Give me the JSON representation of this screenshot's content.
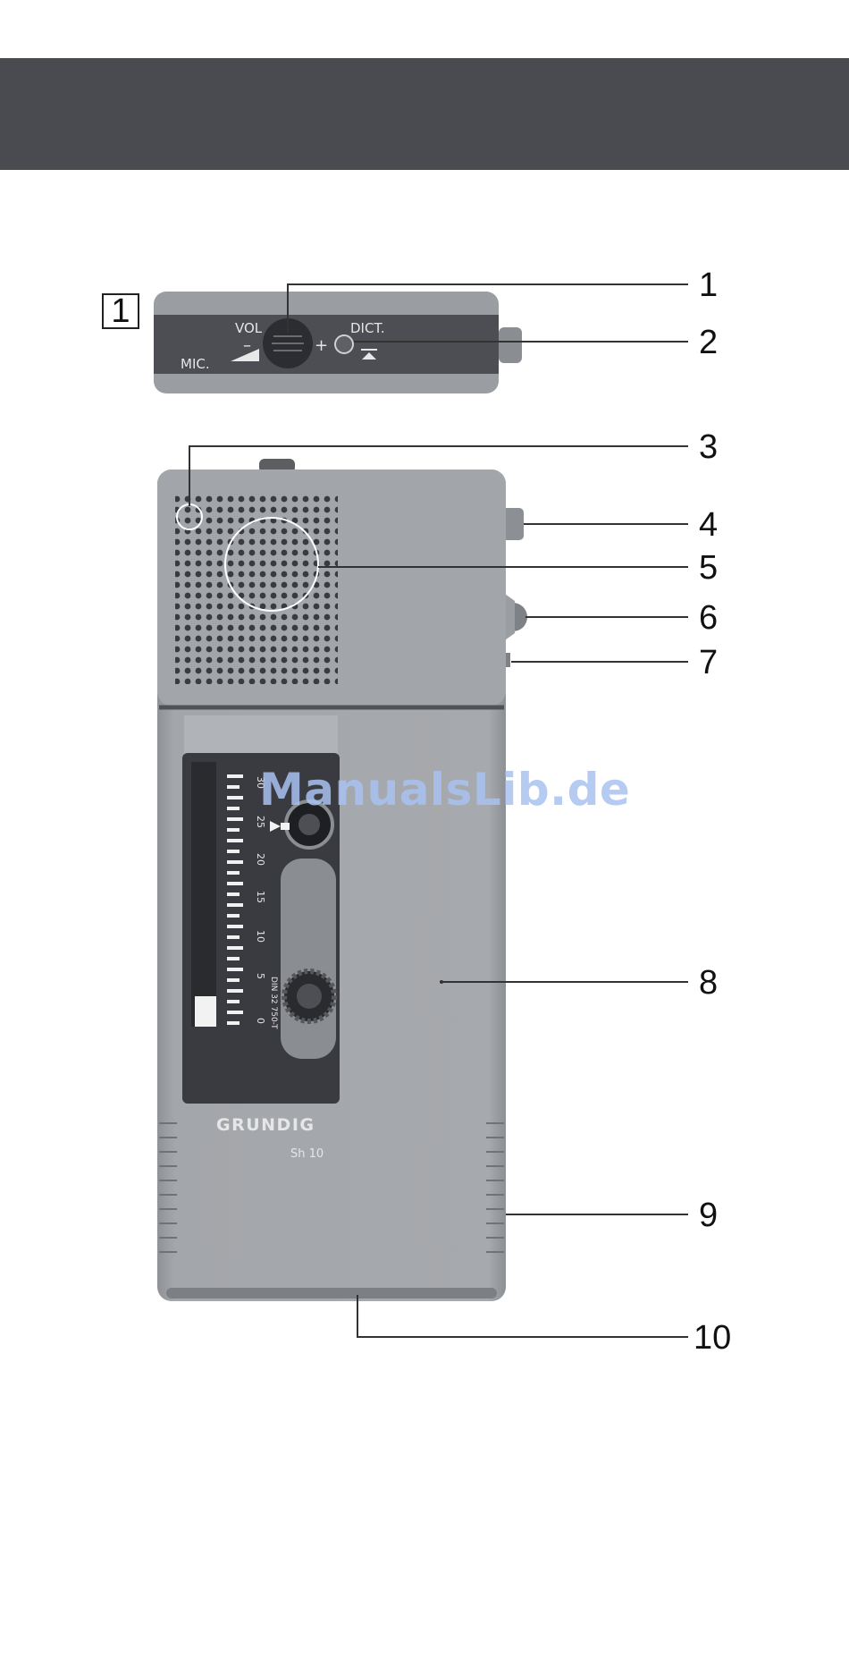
{
  "figure_number": "1",
  "device": {
    "brand": "GRUNDIG",
    "model": "Sh 10",
    "top_labels": {
      "vol": "VOL",
      "minus": "–",
      "plus": "+",
      "mic": "MIC.",
      "dict": "DICT."
    },
    "scale_ticks": [
      "0",
      "5",
      "10",
      "15",
      "20",
      "25",
      "30"
    ],
    "din_label": "DIN 32 750-T"
  },
  "callouts": [
    "1",
    "2",
    "3",
    "4",
    "5",
    "6",
    "7",
    "8",
    "9",
    "10"
  ],
  "watermark": "ManualsLib.de"
}
